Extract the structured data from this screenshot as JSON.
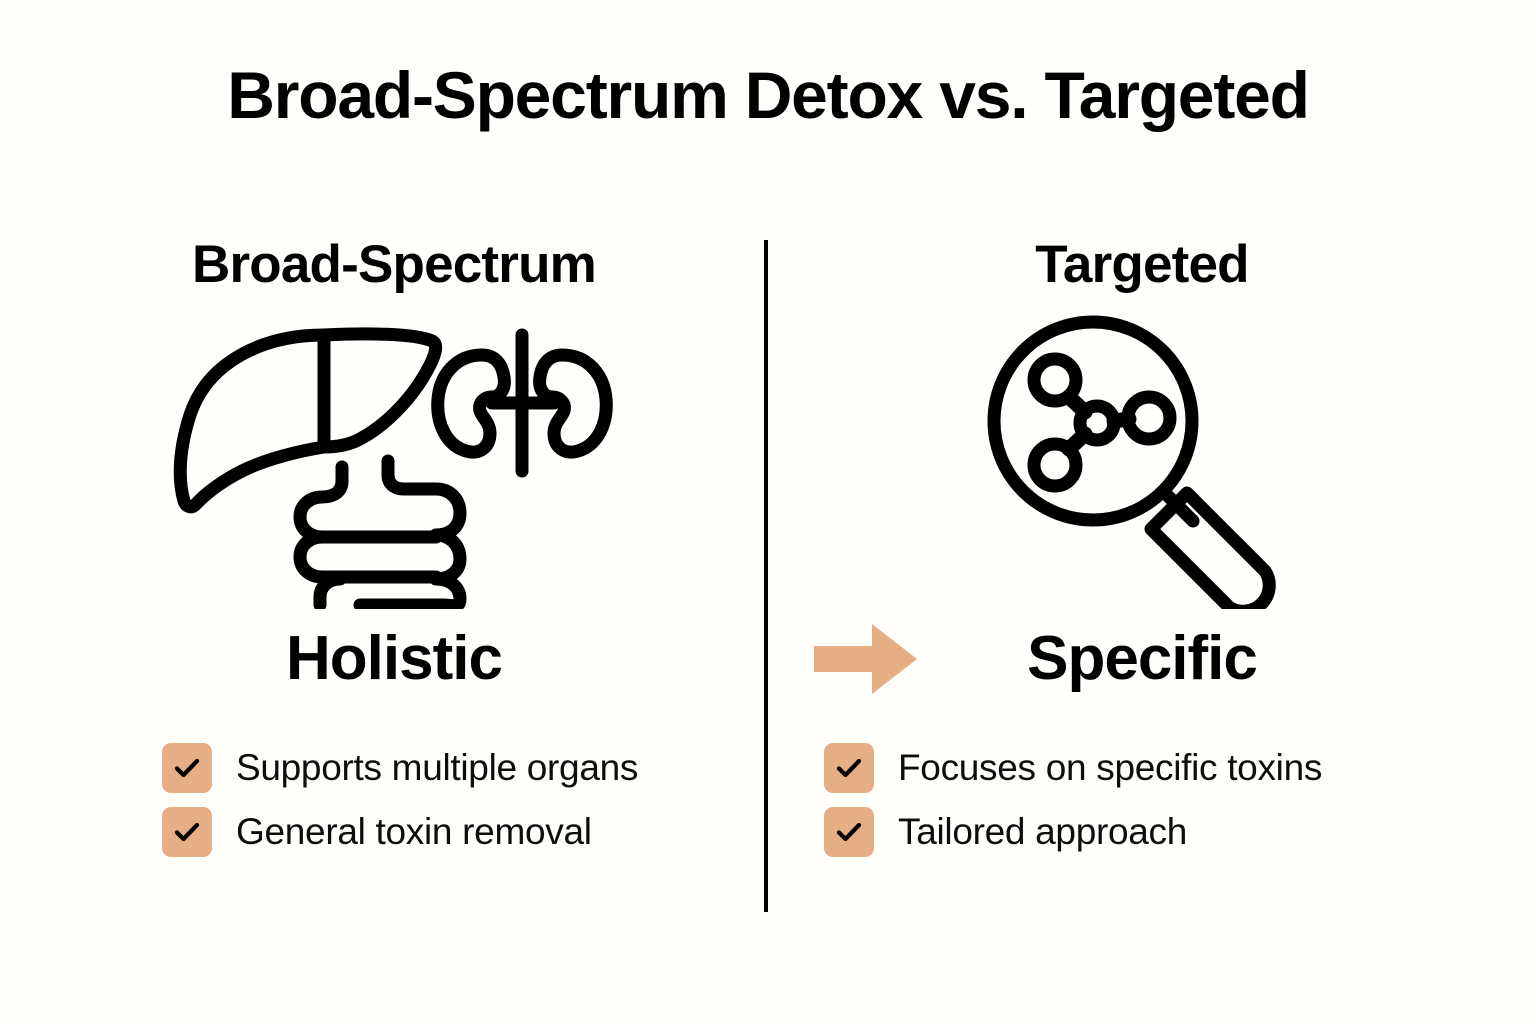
{
  "page": {
    "background_color": "#FFFEFB",
    "accent_color": "#E5AE84",
    "ink_color": "#000000"
  },
  "header": {
    "title": "Broad-Spectrum Detox vs. Targeted"
  },
  "divider": {
    "name": "vertical-divider"
  },
  "columns": [
    {
      "id": "broad-spectrum",
      "heading": "Broad-Spectrum",
      "icons": [
        "liver-icon",
        "kidneys-icon",
        "intestines-icon"
      ],
      "verdict": "Holistic",
      "has_arrow": false,
      "checklist": [
        {
          "icon": "check-icon",
          "label": "Supports multiple organs"
        },
        {
          "icon": "check-icon",
          "label": "General toxin removal"
        }
      ]
    },
    {
      "id": "targeted",
      "heading": "Targeted",
      "icons": [
        "magnifying-glass-molecule-icon"
      ],
      "verdict": "Specific",
      "has_arrow": true,
      "arrow_icon": "arrow-right-icon",
      "checklist": [
        {
          "icon": "check-icon",
          "label": "Focuses on specific toxins"
        },
        {
          "icon": "check-icon",
          "label": "Tailored approach"
        }
      ]
    }
  ]
}
